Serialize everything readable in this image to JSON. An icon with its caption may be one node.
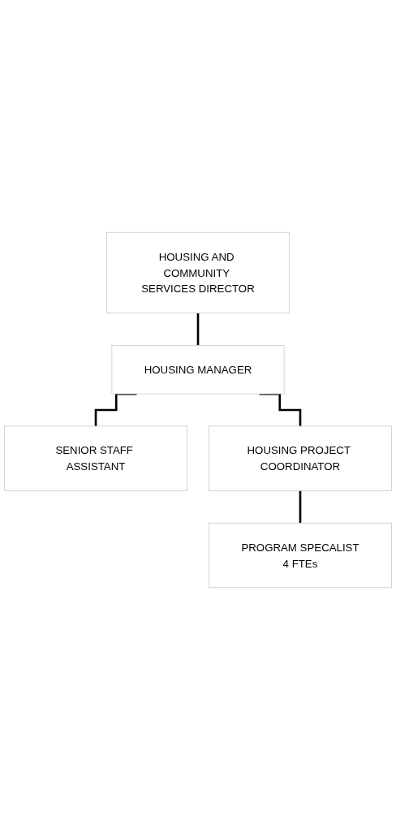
{
  "diagram": {
    "nodes": [
      {
        "text": [
          "HOUSING AND COMMUNITY SERVICES DIRECTOR"
        ]
      },
      {
        "text": [
          "HOUSING MANAGER"
        ]
      },
      {
        "text": [
          "SENIOR STAFF ASSISTANT"
        ]
      },
      {
        "text": [
          "HOUSING PROJECT COORDINATOR"
        ]
      },
      {
        "text": [
          "PROGRAM SPECALIST",
          "4 FTEs"
        ]
      }
    ],
    "edges": [
      {
        "from": 0,
        "to": 1,
        "arrow": "none"
      },
      {
        "from": 1,
        "to": 2,
        "arrow": "none"
      },
      {
        "from": 1,
        "to": 3,
        "arrow": "none"
      },
      {
        "from": 3,
        "to": 4,
        "arrow": "none"
      }
    ]
  }
}
